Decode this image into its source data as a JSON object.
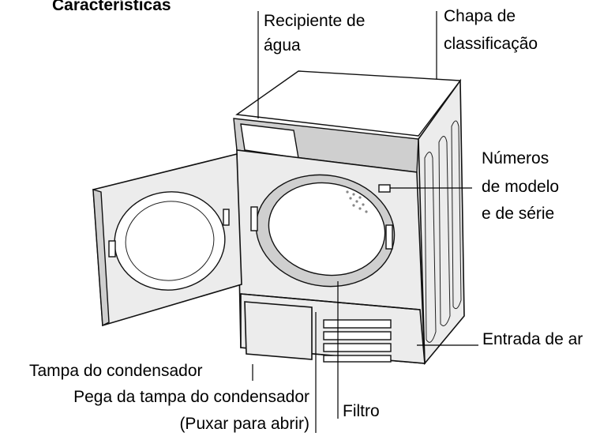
{
  "title": "Características",
  "labels": {
    "water_container_1": "Recipiente de",
    "water_container_2": "água",
    "rating_plate_1": "Chapa de",
    "rating_plate_2": "classificação",
    "model_1": "Números",
    "model_2": "de modelo",
    "model_3": "e de série",
    "air_inlet": "Entrada de ar",
    "condenser_cover": "Tampa do condensador",
    "condenser_handle_1": "Pega da tampa do condensador",
    "condenser_handle_2": "(Puxar para abrir)",
    "filter": "Filtro"
  }
}
